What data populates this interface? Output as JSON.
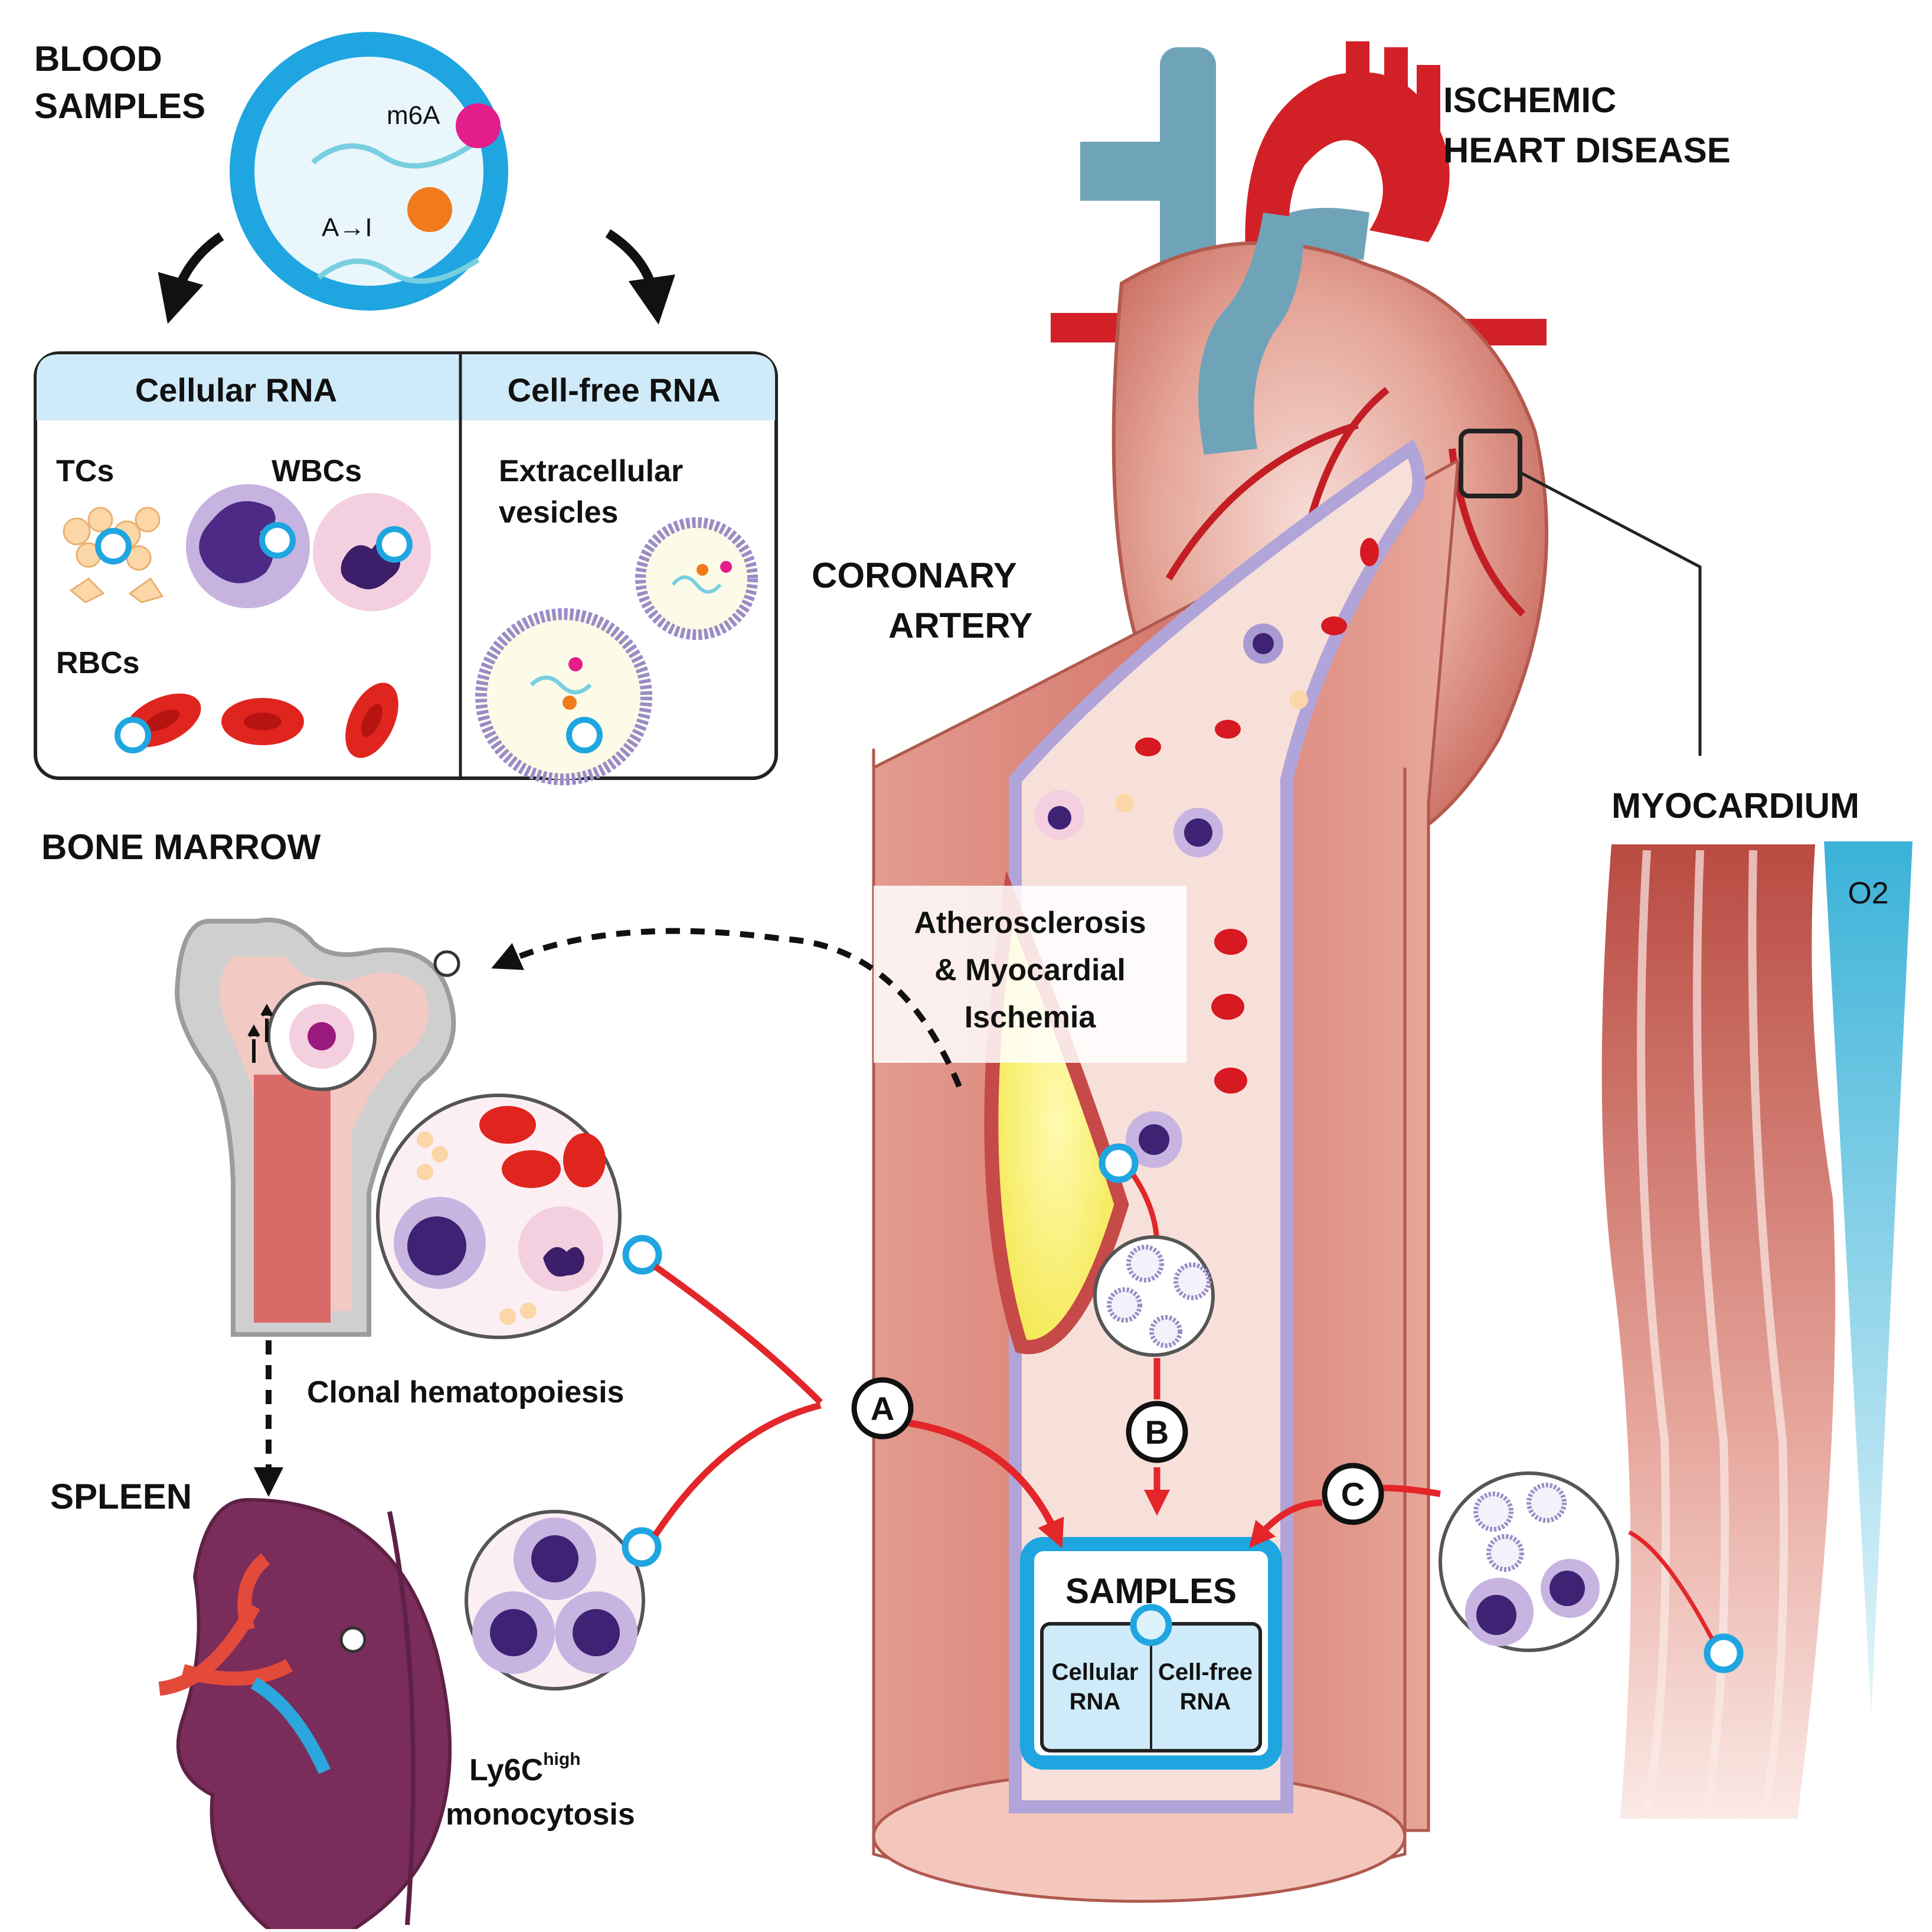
{
  "colors": {
    "accent_blue": "#1fa6e0",
    "arrow_red": "#e3262a",
    "vessel_red": "#d9463e",
    "vein_blue": "#6fa3b8",
    "plaque_yellow": "#fbf46a",
    "monocyte_purple": "#5a3c8c",
    "spleen_purple": "#7a2c5a"
  },
  "labels": {
    "blood_samples_l1": "BLOOD",
    "blood_samples_l2": "SAMPLES",
    "m6a": "m6A",
    "a_to_i": "A→I",
    "ischemic_l1": "ISCHEMIC",
    "ischemic_l2": "HEART DISEASE",
    "coronary_l1": "CORONARY",
    "coronary_l2": "ARTERY",
    "myocardium": "MYOCARDIUM",
    "o2": "O2",
    "bone_marrow": "BONE MARROW",
    "spleen": "SPLEEN",
    "clonal": "Clonal hematopoiesis",
    "ly6c_l1": "Ly6C",
    "ly6c_sup": "high",
    "ly6c_l2": "monocytosis",
    "athero_l1": "Atherosclerosis",
    "athero_l2": "& Myocardial",
    "athero_l3": "Ischemia"
  },
  "rna_box": {
    "cellular_header": "Cellular RNA",
    "cellfree_header": "Cell-free RNA",
    "tcs": "TCs",
    "wbcs": "WBCs",
    "rbcs": "RBCs",
    "ev_l1": "Extracellular",
    "ev_l2": "vesicles"
  },
  "samples_box": {
    "title": "SAMPLES",
    "cellular_l1": "Cellular",
    "cellular_l2": "RNA",
    "cellfree_l1": "Cell-free",
    "cellfree_l2": "RNA"
  },
  "pathways": {
    "a": "A",
    "b": "B",
    "c": "C"
  }
}
